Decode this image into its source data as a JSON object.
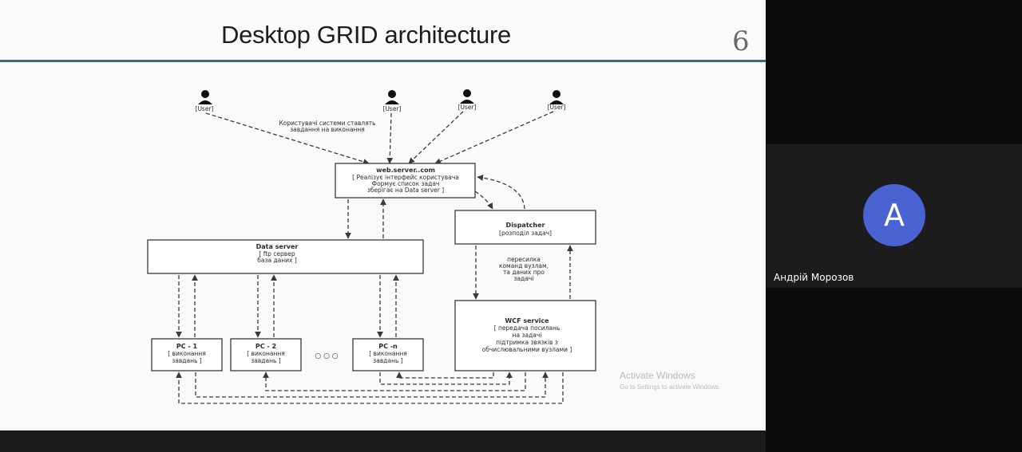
{
  "slide": {
    "title": "Desktop GRID architecture",
    "page_number": "6",
    "accent_color": "#2f6f88"
  },
  "diagram": {
    "users": [
      "[User]",
      "[User]",
      "[User]",
      "[User]"
    ],
    "users_note": [
      "Користувачі системи ставлять",
      "завдання на виконання"
    ],
    "web_server": {
      "title": "web.server..com",
      "lines": [
        "[ Реалізує інтерфейс користувача",
        "Формує список задач",
        "зберігає на Data server ]"
      ]
    },
    "dispatcher": {
      "title": "Dispatcher",
      "lines": [
        "[розподіл задач]"
      ]
    },
    "data_server": {
      "title": "Data server",
      "lines": [
        "[ ftp сервер",
        "база даних ]"
      ]
    },
    "dispatch_note": [
      "пересилка",
      "команд вузлам,",
      "та даних про",
      "задачі"
    ],
    "wcf_service": {
      "title": "WCF service",
      "lines": [
        "[ передача посилань",
        "на задачі",
        "підтримка звязків з",
        "обчислювальними вузлами ]"
      ]
    },
    "pc1": {
      "title": "PC - 1",
      "lines": [
        "[ виконання",
        "завдань ]"
      ]
    },
    "pc2": {
      "title": "PC - 2",
      "lines": [
        "[ виконання",
        "завдань ]"
      ]
    },
    "pcn": {
      "title": "PC -n",
      "lines": [
        "[ виконання",
        "завдань ]"
      ]
    },
    "ellipsis": "○ ○ ○"
  },
  "watermark": {
    "line1": "Activate Windows",
    "line2": "Go to Settings to activate Windows."
  },
  "participant": {
    "initial": "A",
    "name": "Андрій Морозов",
    "avatar_color": "#4a63d2"
  }
}
